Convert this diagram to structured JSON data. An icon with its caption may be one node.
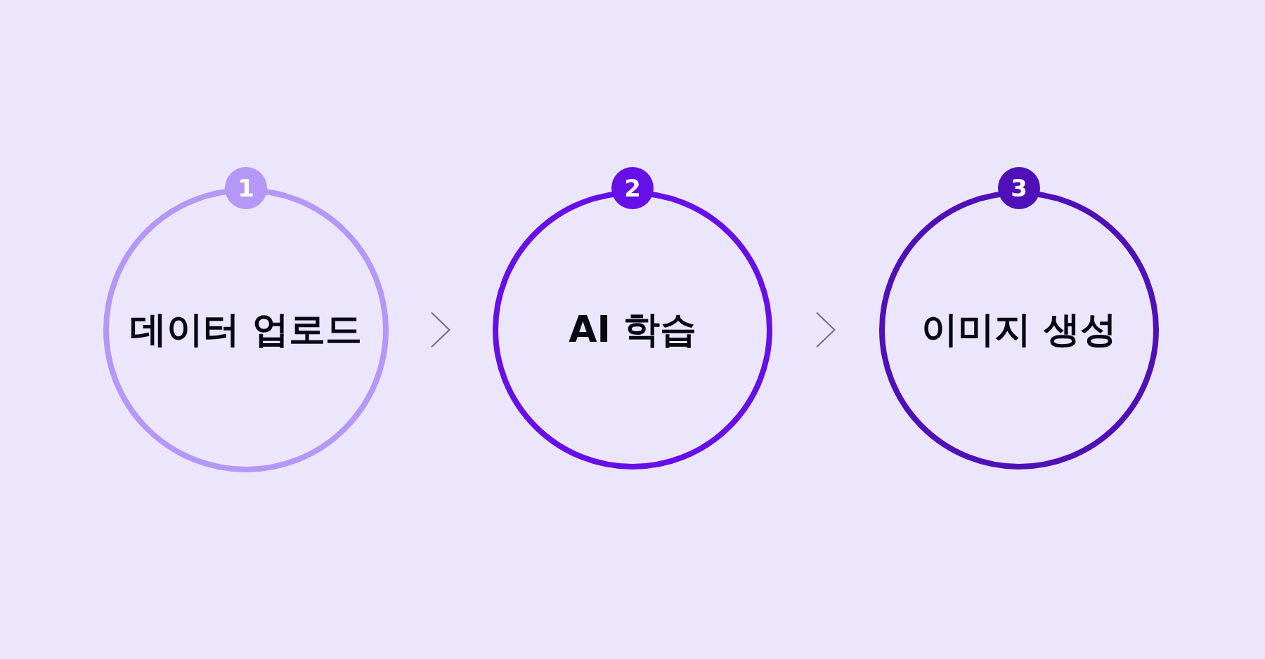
{
  "diagram": {
    "nodes": [
      {
        "text": [
          "1"
        ]
      },
      {
        "text": [
          "데이터 업로드"
        ]
      },
      {
        "text": [
          "2"
        ]
      },
      {
        "text": [
          "AI 학습"
        ]
      },
      {
        "text": [
          "3"
        ]
      },
      {
        "text": [
          "이미지 생성"
        ]
      }
    ],
    "edges": [
      {
        "from": 1,
        "to": 3,
        "arrow": "to"
      },
      {
        "from": 3,
        "to": 5,
        "arrow": "to"
      }
    ]
  }
}
